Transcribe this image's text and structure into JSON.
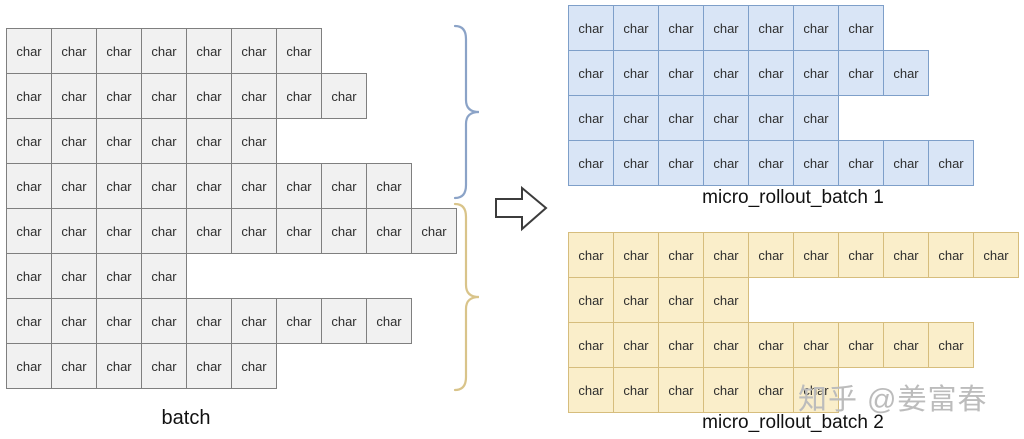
{
  "cell_label": "char",
  "batch": {
    "label": "batch",
    "rows": [
      7,
      8,
      6,
      9,
      10,
      4,
      9,
      6
    ]
  },
  "micro_rollout_batch_1": {
    "label": "micro_rollout_batch 1",
    "rows": [
      7,
      8,
      6,
      9
    ]
  },
  "micro_rollout_batch_2": {
    "label": "micro_rollout_batch 2",
    "rows": [
      10,
      4,
      9,
      6
    ]
  },
  "watermark": "知乎 @姜富春",
  "icons": {
    "arrow": "hollow right arrow",
    "brace_top": "blue curly brace grouping batch rows 1-4",
    "brace_bottom": "yellow curly brace grouping batch rows 5-8"
  },
  "colors": {
    "gray_fill": "#f1f1f1",
    "gray_border": "#7f7f7f",
    "blue_fill": "#d9e5f6",
    "blue_border": "#7e9fc9",
    "yellow_fill": "#faeeca",
    "yellow_border": "#d6bd7d",
    "blue_brace": "#8ba3c7",
    "yellow_brace": "#d9c48a",
    "watermark_text": "#bcbcbc"
  }
}
